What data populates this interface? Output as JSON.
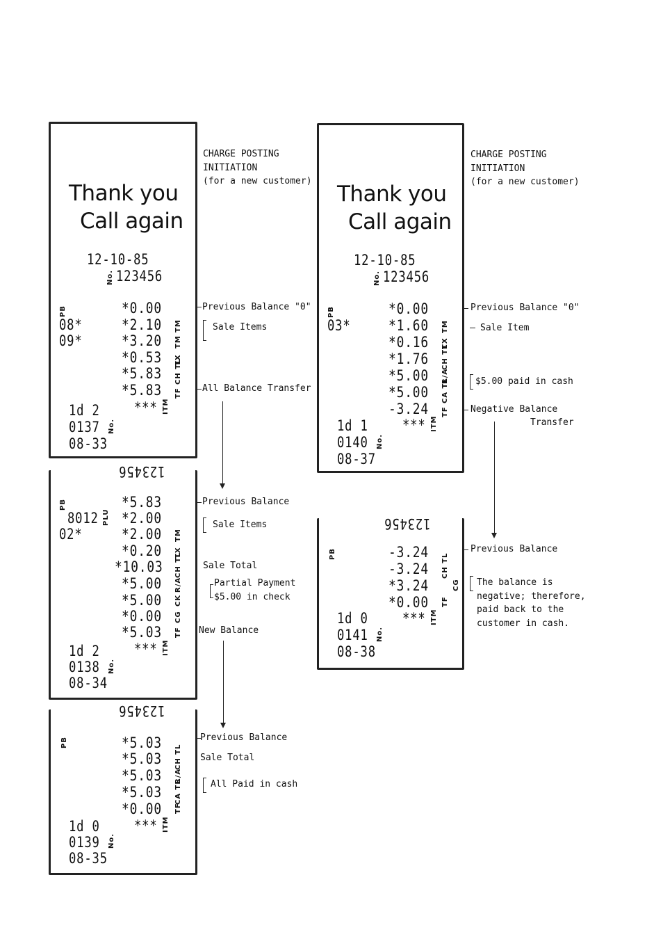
{
  "left_column": {
    "receipt1": {
      "thank": "Thank you",
      "call": "Call again",
      "date": "12-10-85",
      "machine": "123456",
      "machine_prefix": "No.",
      "pb": "PB",
      "rows": [
        {
          "left": "",
          "amount": "*0.00",
          "sym": ""
        },
        {
          "left": "08*",
          "amount": "*2.10",
          "sym": "TM"
        },
        {
          "left": "09*",
          "amount": "*3.20",
          "sym": "TM"
        },
        {
          "left": "",
          "amount": "*0.53",
          "sym": "TX"
        },
        {
          "left": "",
          "amount": "*5.83",
          "sym": "CH TL"
        },
        {
          "left": "",
          "amount": "*5.83",
          "sym": "TF"
        }
      ],
      "stars": "***",
      "star_sym": "ITM",
      "count": "1d  2",
      "counter": "0137",
      "counter_sym": "No.",
      "clerk": "08-33",
      "annotation_header": [
        "CHARGE POSTING",
        "INITIATION",
        "(for a new customer)"
      ],
      "notes": {
        "prev": "Previous Balance \"0\"",
        "sale": "Sale Items",
        "transfer": "All Balance Transfer"
      }
    },
    "receipt2": {
      "header": "123456",
      "pb": "PB",
      "rows": [
        {
          "left": "",
          "amount": "*5.83",
          "sym": ""
        },
        {
          "left": "8012",
          "amount": "*2.00",
          "sym": "PLU"
        },
        {
          "left": "02*",
          "amount": "*2.00",
          "sym": "TM"
        },
        {
          "left": "",
          "amount": "*0.20",
          "sym": "TX"
        },
        {
          "left": "",
          "amount": "*10.03",
          "sym": "CH TL"
        },
        {
          "left": "",
          "amount": "*5.00",
          "sym": "R/A"
        },
        {
          "left": "",
          "amount": "*5.00",
          "sym": "CK"
        },
        {
          "left": "",
          "amount": "*0.00",
          "sym": "CG"
        },
        {
          "left": "",
          "amount": "*5.03",
          "sym": "TF"
        }
      ],
      "stars": "***",
      "star_sym": "ITM",
      "count": "1d  2",
      "counter": "0138",
      "counter_sym": "No.",
      "clerk": "08-34",
      "notes": {
        "prev": "Previous Balance",
        "sale": "Sale Items",
        "total": "Sale Total",
        "partial1": "Partial Payment",
        "partial2": "$5.00 in check",
        "newbal": "New Balance"
      }
    },
    "receipt3": {
      "header": "123456",
      "pb": "PB",
      "rows": [
        {
          "left": "",
          "amount": "*5.03",
          "sym": ""
        },
        {
          "left": "",
          "amount": "*5.03",
          "sym": "CH TL"
        },
        {
          "left": "",
          "amount": "*5.03",
          "sym": "R/A"
        },
        {
          "left": "",
          "amount": "*5.03",
          "sym": "CA TL"
        },
        {
          "left": "",
          "amount": "*0.00",
          "sym": "TF"
        }
      ],
      "stars": "***",
      "star_sym": "ITM",
      "count": "1d  0",
      "counter": "0139",
      "counter_sym": "No.",
      "clerk": "08-35",
      "notes": {
        "prev": "Previous Balance",
        "total": "Sale Total",
        "paid": "All Paid in cash"
      }
    }
  },
  "right_column": {
    "receipt1": {
      "thank": "Thank you",
      "call": "Call again",
      "date": "12-10-85",
      "machine": "123456",
      "machine_prefix": "No.",
      "pb": "PB",
      "rows": [
        {
          "left": "",
          "amount": "*0.00",
          "sym": ""
        },
        {
          "left": "03*",
          "amount": "*1.60",
          "sym": "TM"
        },
        {
          "left": "",
          "amount": "*0.16",
          "sym": "TX"
        },
        {
          "left": "",
          "amount": "*1.76",
          "sym": "CH TL"
        },
        {
          "left": "",
          "amount": "*5.00",
          "sym": "R/A"
        },
        {
          "left": "",
          "amount": "*5.00",
          "sym": "CA TL"
        },
        {
          "left": "",
          "amount": "-3.24",
          "sym": "TF"
        }
      ],
      "stars": "***",
      "star_sym": "ITM",
      "count": "1d  1",
      "counter": "0140",
      "counter_sym": "No.",
      "clerk": "08-37",
      "annotation_header": [
        "CHARGE POSTING",
        "INITIATION",
        "(for a new customer)"
      ],
      "notes": {
        "prev": "Previous Balance \"0\"",
        "sale": "Sale Item",
        "paid": "$5.00 paid in cash",
        "neg1": "Negative Balance",
        "neg2": "Transfer"
      }
    },
    "receipt2": {
      "header": "123456",
      "pb": "PB",
      "rows": [
        {
          "left": "",
          "amount": "-3.24",
          "sym": ""
        },
        {
          "left": "",
          "amount": "-3.24",
          "sym": "CH TL"
        },
        {
          "left": "",
          "amount": "*3.24",
          "sym": "CG"
        },
        {
          "left": "",
          "amount": "*0.00",
          "sym": "TF"
        }
      ],
      "stars": "***",
      "star_sym": "ITM",
      "count": "1d  0",
      "counter": "0141",
      "counter_sym": "No.",
      "clerk": "08-38",
      "notes": {
        "prev": "Previous Balance",
        "l1": "The balance is",
        "l2": "negative; therefore,",
        "l3": "paid back to the",
        "l4": "customer in cash."
      }
    }
  }
}
